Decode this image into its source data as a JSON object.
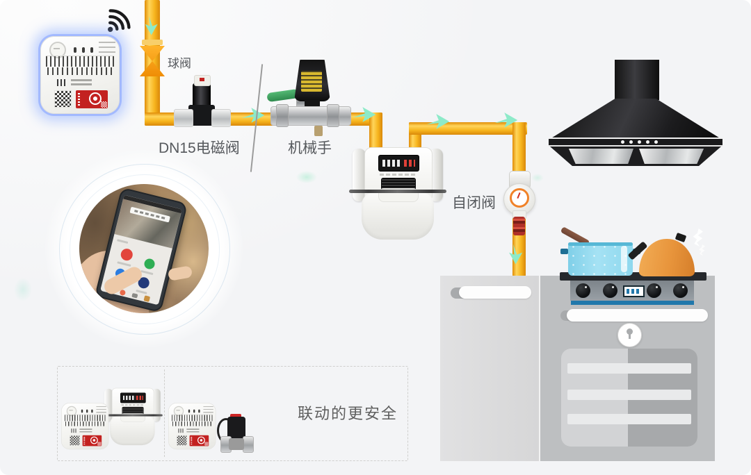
{
  "scene": {
    "type": "gas-safety-linkage-diagram"
  },
  "labels": {
    "ball_valve": "球阀",
    "dn15_solenoid_valve": "DN15电磁阀",
    "mechanical_hand": "机械手",
    "self_closing_valve": "自闭阀",
    "bottom_caption": "联动的更安全"
  },
  "colors": {
    "background": "#f3f4f6",
    "pipe_yellow": "#f7b51e",
    "pipe_edge": "#e08c06",
    "flow_arrow": "#8deac9",
    "ball_valve_orange": "#f59b0c",
    "label_text": "#55585c",
    "caption_text": "#5f5f5f",
    "alarm_glow": "#8fb4ff",
    "cert_label_red": "#c32220",
    "hood_black": "#161618",
    "stove_gray": "#bdbfc1",
    "cabinet_gray": "#dcdcdd",
    "cooktop_blue": "#2178ab",
    "pot_blue": "#8ed8ee",
    "kettle_orange": "#e8953c"
  }
}
